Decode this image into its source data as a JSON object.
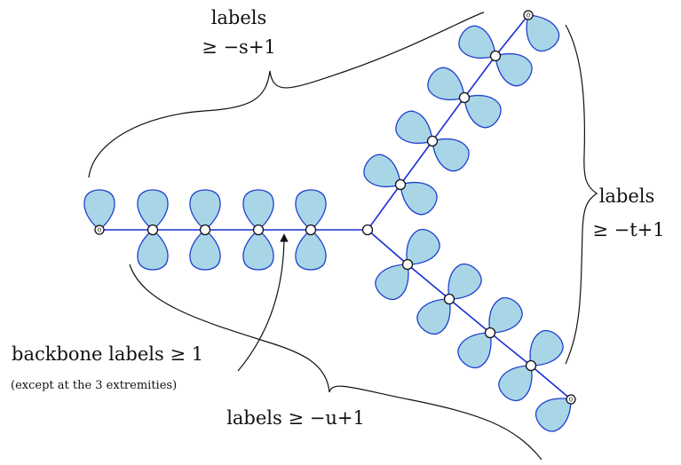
{
  "labels": {
    "top": {
      "line1": "labels",
      "line2": "≥ −s+1"
    },
    "right": {
      "line1": "labels",
      "line2": "≥ −t+1"
    },
    "bottom": "labels ≥ −u+1",
    "backbone": "backbone labels  ≥ 1",
    "backbone_note": "(except at the 3 extremities)"
  },
  "extremity_label": "0",
  "colors": {
    "petal_fill": "#a9d6e6",
    "edge": "#1a2ed6"
  }
}
